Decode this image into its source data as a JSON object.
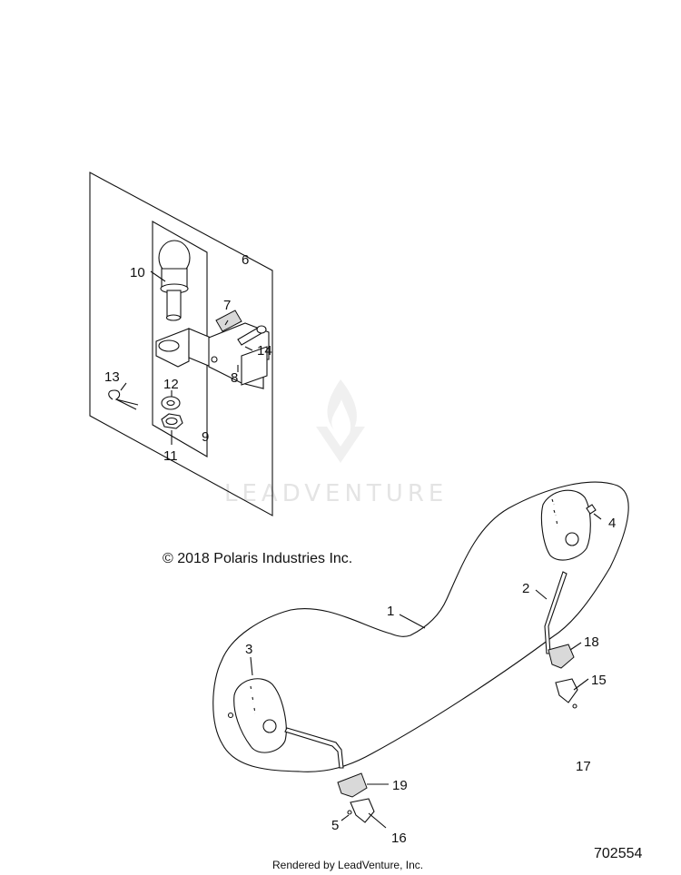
{
  "copyright": "© 2018 Polaris Industries Inc.",
  "rendered_by": "Rendered by LeadVenture, Inc.",
  "diagram_number": "702554",
  "watermark": "LEADVENTURE",
  "callouts": {
    "c1": "1",
    "c2": "2",
    "c3": "3",
    "c4": "4",
    "c5": "5",
    "c6": "6",
    "c7": "7",
    "c8": "8",
    "c9": "9",
    "c10": "10",
    "c11": "11",
    "c12": "12",
    "c13": "13",
    "c14": "14",
    "c15": "15",
    "c16": "16",
    "c17": "17",
    "c18": "18",
    "c19": "19"
  }
}
